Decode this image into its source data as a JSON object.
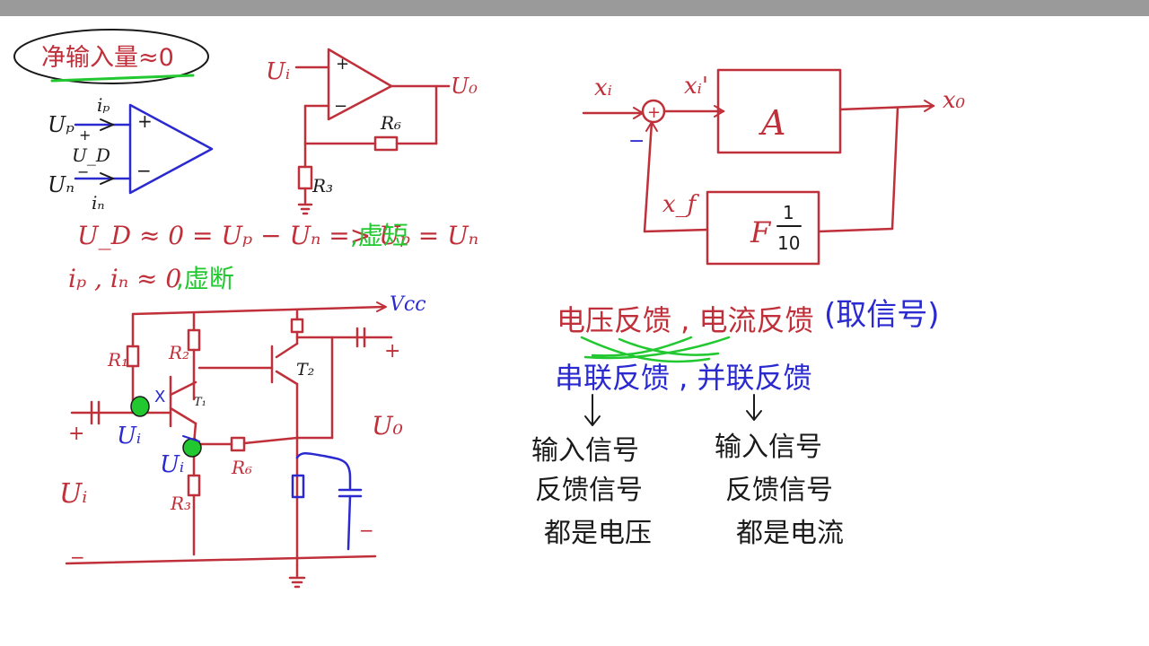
{
  "colors": {
    "red": "#c0303a",
    "blue": "#2a2ad0",
    "green": "#22c830",
    "black": "#1a1a1a",
    "bar": "#9a9a9a"
  },
  "title_note": "净输入量≈0",
  "opamp_inputs": {
    "ip": "iₚ",
    "up": "Uₚ",
    "plus": "+",
    "ud": "U_D",
    "minus": "−",
    "un": "Uₙ",
    "in": "iₙ"
  },
  "opamp_signs": {
    "plus": "+",
    "minus": "−"
  },
  "top_amp": {
    "ui": "Uᵢ",
    "uo": "U₀",
    "rf": "R₆",
    "r3": "R₃",
    "plus": "+",
    "minus": "−"
  },
  "virtual_short": {
    "equation": "U_D ≈ 0 = Uₚ − Uₙ => Uₚ = Uₙ",
    "label": ",虚短"
  },
  "virtual_open": {
    "equation": "iₚ , iₙ ≈ 0",
    "label": ",虚断"
  },
  "block": {
    "xi": "xᵢ",
    "xi_prime": "xᵢ'",
    "xo": "x₀",
    "xf": "x_f",
    "a": "A",
    "f": "F",
    "f_num": "1",
    "f_den": "10",
    "sum_sign": "+",
    "fb_sign": "−"
  },
  "feedback": {
    "sampling": "电压反馈 , 电流反馈",
    "sampling_note": "(取信号)",
    "mixing": "串联反馈 , 并联反馈",
    "series_desc": [
      "输入信号",
      "反馈信号",
      "都是电压"
    ],
    "parallel_desc": [
      "输入信号",
      "反馈信号",
      "都是电流"
    ]
  },
  "circuit": {
    "vcc": "Vcc",
    "r1": "R₁",
    "r2": "R₂",
    "t1": "T₁",
    "t2": "T₂",
    "r6": "R₆",
    "r3": "R₃",
    "ui_in": "Uᵢ",
    "ui_b": "Uᵢ",
    "ui_e": "Uᵢ",
    "uo": "U₀",
    "plus_in": "+",
    "plus_out": "+",
    "minus_out": "−",
    "minus_in": "−",
    "cross": "X"
  }
}
